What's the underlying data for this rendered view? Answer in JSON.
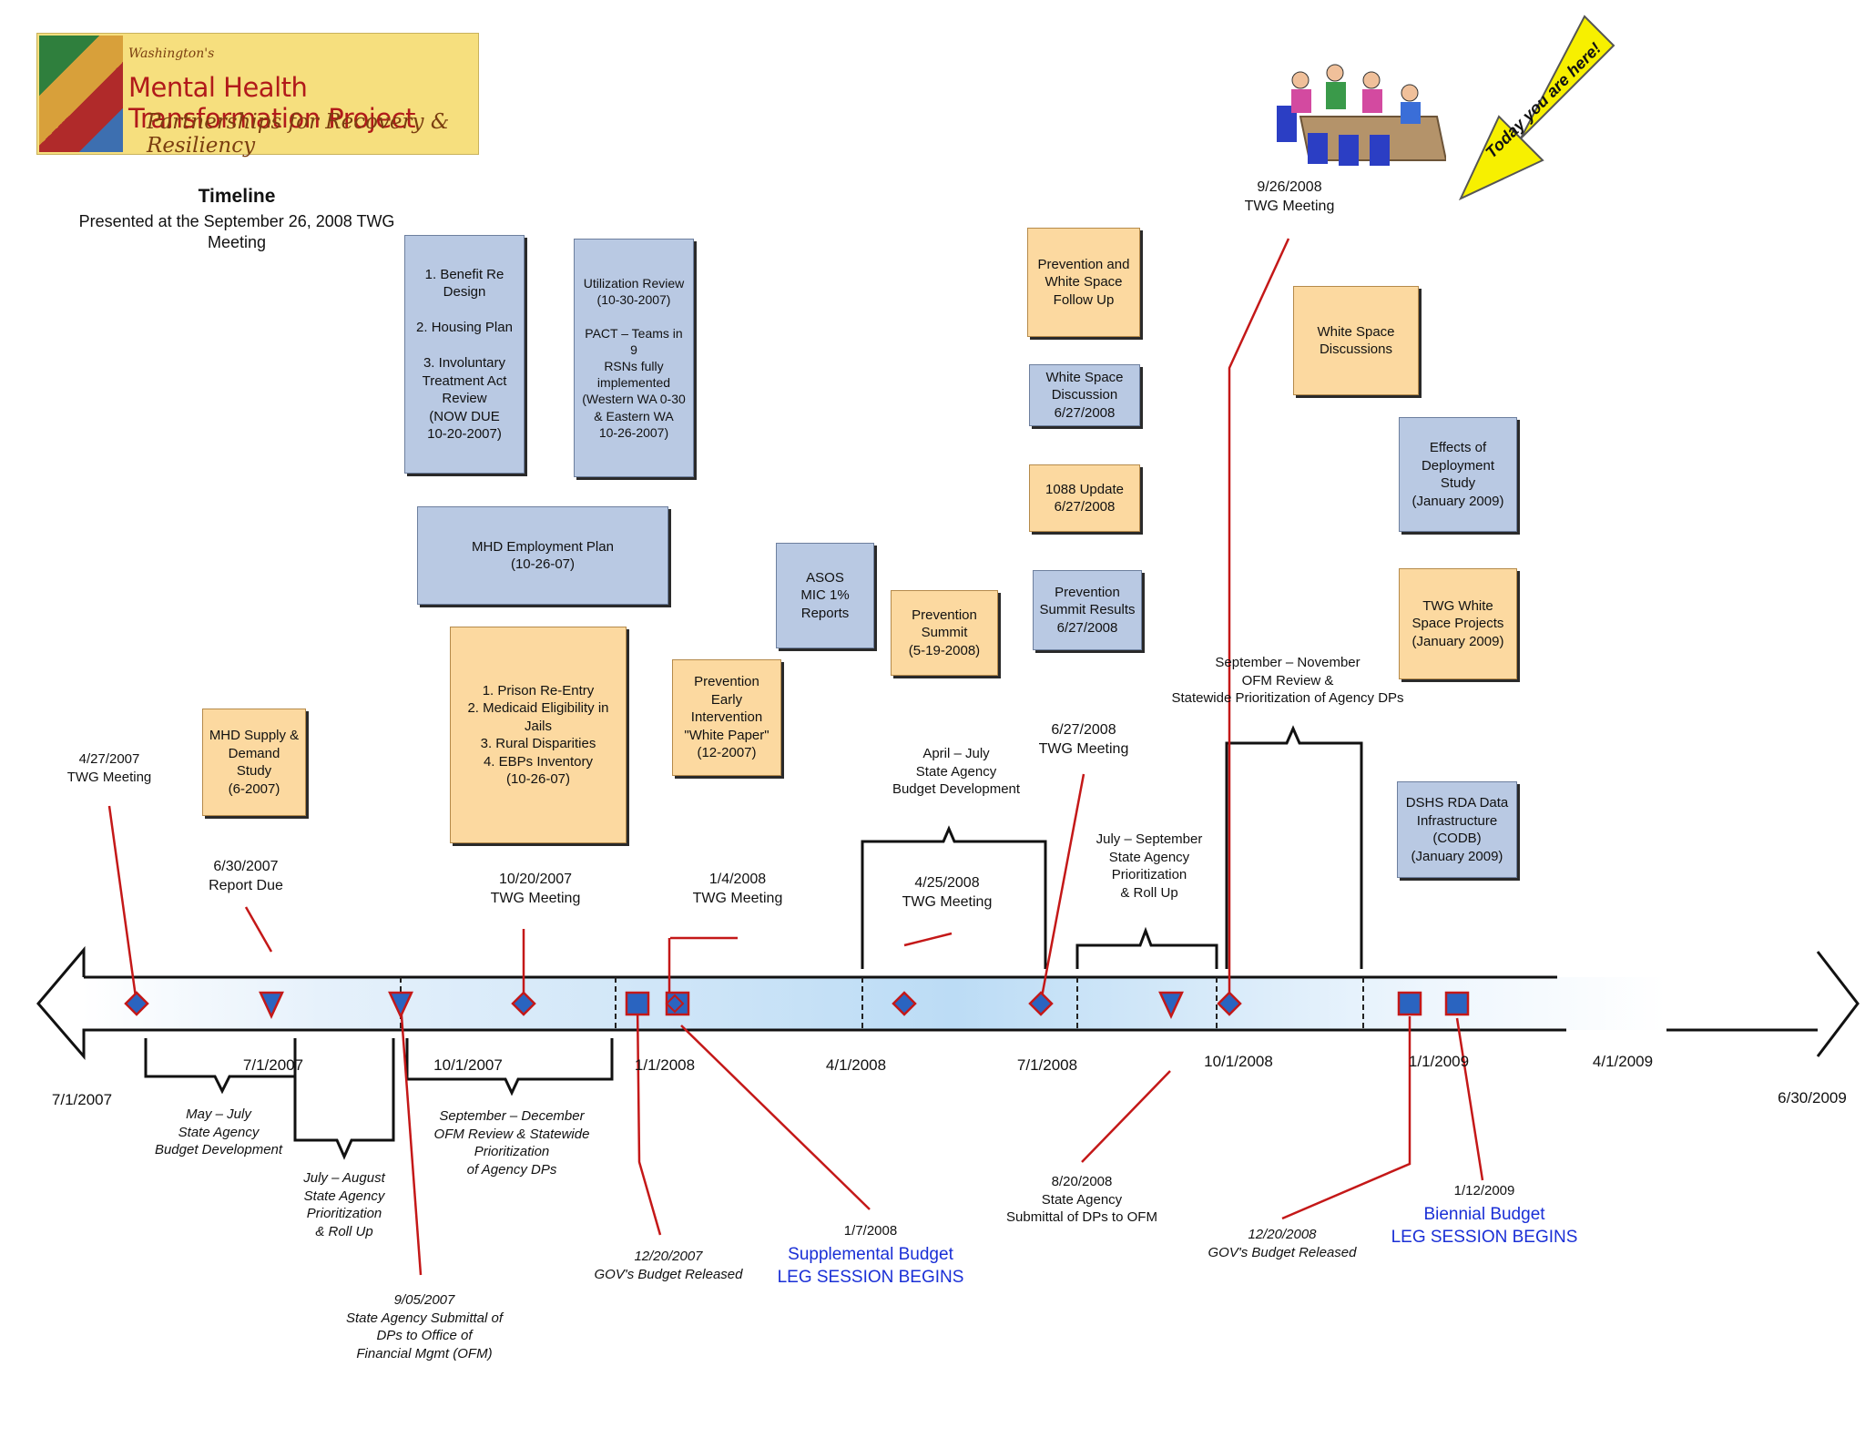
{
  "colors": {
    "marker": "#2a64c0",
    "marker_border": "#c41818",
    "leader": "#c41818",
    "orange_box": "#fcd9a0",
    "blue_box": "#b9c9e3",
    "highlight_text": "#1a2fd6"
  },
  "logo": {
    "small_text": "Washington's",
    "title": "Mental Health Transformation Project",
    "tagline": "Partnerships for Recovery & Resiliency",
    "icon": "mhtp-logo-emblem"
  },
  "header": {
    "title": "Timeline",
    "subtitle": "Presented at the September 26, 2008 TWG Meeting"
  },
  "today": {
    "text": "Today you are here!",
    "icon": "meeting-people-icon"
  },
  "axis_dates": [
    "7/1/2007",
    "7/1/2007",
    "10/1/2007",
    "1/1/2008",
    "4/1/2008",
    "7/1/2008",
    "10/1/2008",
    "1/1/2009",
    "4/1/2009",
    "6/30/2009"
  ],
  "boxes": [
    {
      "id": "benefit-redesign",
      "text": "1. Benefit Re\nDesign\n\n2. Housing Plan\n\n3. Involuntary\nTreatment Act\nReview\n(NOW DUE\n10-20-2007)"
    },
    {
      "id": "utilization-review",
      "text": "Utilization Review\n(10-30-2007)\n\nPACT – Teams in 9\nRSNs fully\nimplemented\n(Western WA 0-30\n& Eastern WA\n10-26-2007)"
    },
    {
      "id": "mhd-employment",
      "text": "MHD Employment Plan\n(10-26-07)"
    },
    {
      "id": "prison-reentry",
      "text": "1. Prison Re-Entry\n2. Medicaid Eligibility in\nJails\n3. Rural Disparities\n4. EBPs Inventory\n(10-26-07)"
    },
    {
      "id": "supply-demand",
      "text": "MHD Supply &\nDemand\nStudy\n(6-2007)"
    },
    {
      "id": "prevention-white-paper",
      "text": "Prevention\nEarly\nIntervention\n\"White Paper\"\n(12-2007)"
    },
    {
      "id": "asos-mc",
      "text": "ASOS\nMIC 1%\nReports"
    },
    {
      "id": "prevention-summit",
      "text": "Prevention\nSummit\n(5-19-2008)"
    },
    {
      "id": "prevention-white-space",
      "text": "Prevention and\nWhite Space\nFollow Up"
    },
    {
      "id": "white-space-discussion",
      "text": "White Space\nDiscussion\n6/27/2008"
    },
    {
      "id": "update-1088",
      "text": "1088 Update\n6/27/2008"
    },
    {
      "id": "summit-results",
      "text": "Prevention\nSummit Results\n6/27/2008"
    },
    {
      "id": "white-space-discussions",
      "text": "White Space\nDiscussions"
    },
    {
      "id": "effects-deployment",
      "text": "Effects of\nDeployment\nStudy\n(January 2009)"
    },
    {
      "id": "twg-white-space-projects",
      "text": "TWG White\nSpace Projects\n(January 2009)"
    },
    {
      "id": "dshs-rda",
      "text": "DSHS RDA Data\nInfrastructure\n(CODB)\n(January 2009)"
    }
  ],
  "labels": {
    "twg_4_27": "4/27/2007\nTWG Meeting",
    "report_due": "6/30/2007\nReport Due",
    "twg_10_20": "10/20/2007\nTWG Meeting",
    "twg_1_4": "1/4/2008\nTWG Meeting",
    "budget_dev_2008": "April – July\nState Agency\nBudget Development",
    "twg_4_25": "4/25/2008\nTWG Meeting",
    "twg_6_27": "6/27/2008\nTWG Meeting",
    "prioritization_2008": "July – September\nState Agency\nPrioritization\n& Roll Up",
    "ofm_review_2008": "September – November\nOFM Review &\nStatewide Prioritization of Agency DPs",
    "twg_9_26": "9/26/2008\nTWG Meeting",
    "budget_dev_2007": "May – July\nState Agency\nBudget Development",
    "roll_up_2007": "July – August\nState Agency\nPrioritization\n& Roll Up",
    "ofm_review_2007": "September – December\nOFM Review & Statewide\nPrioritization\nof Agency DPs",
    "submittal_2007": "9/05/2007\nState Agency Submittal of\nDPs to Office of\nFinancial Mgmt (OFM)",
    "gov_budget_2007": "12/20/2007\nGOV's Budget Released",
    "supplemental_date": "1/7/2008",
    "supplemental": "Supplemental Budget\nLEG SESSION BEGINS",
    "submittal_2008": "8/20/2008\nState Agency\nSubmittal of DPs to OFM",
    "gov_budget_2008": "12/20/2008\nGOV's Budget Released",
    "biennial_date": "1/12/2009",
    "biennial": "Biennial Budget\nLEG SESSION BEGINS"
  }
}
